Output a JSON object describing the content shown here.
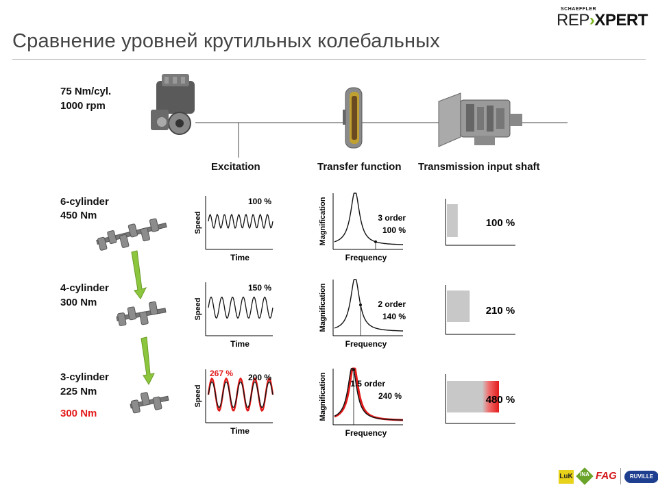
{
  "header": {
    "title": "Сравнение уровней крутильных колебальных",
    "brand_small": "SCHAEFFLER",
    "brand_rep": "REP",
    "brand_xpert": "XPERT"
  },
  "engine_info": {
    "line1": "75 Nm/cyl.",
    "line2": "1000 rpm"
  },
  "columns": {
    "excitation": "Excitation",
    "transfer": "Transfer function",
    "transmission": "Transmission input shaft"
  },
  "rows": [
    {
      "cyl": "6-cylinder",
      "torque": "450 Nm",
      "torque_alt": "",
      "excitation": {
        "xlabel": "Time",
        "ylabel": "Speed",
        "pct": "100 %",
        "pct_alt": "",
        "cycles": 9,
        "amp": 0.45
      },
      "transfer": {
        "xlabel": "Frequency",
        "ylabel": "Magnification",
        "order": "3 order",
        "pct": "100 %"
      },
      "transmission": {
        "value": 100,
        "label": "100 %"
      }
    },
    {
      "cyl": "4-cylinder",
      "torque": "300 Nm",
      "torque_alt": "",
      "excitation": {
        "xlabel": "Time",
        "ylabel": "Speed",
        "pct": "150 %",
        "pct_alt": "",
        "cycles": 6,
        "amp": 0.7
      },
      "transfer": {
        "xlabel": "Frequency",
        "ylabel": "Magnification",
        "order": "2 order",
        "pct": "140 %"
      },
      "transmission": {
        "value": 210,
        "label": "210 %"
      }
    },
    {
      "cyl": "3-cylinder",
      "torque": "225 Nm",
      "torque_alt": "300 Nm",
      "excitation": {
        "xlabel": "Time",
        "ylabel": "Speed",
        "pct": "200 %",
        "pct_alt": "267 %",
        "cycles": 4.5,
        "amp": 0.85
      },
      "transfer": {
        "xlabel": "Frequency",
        "ylabel": "Magnification",
        "order": "1.5 order",
        "pct": "240 %"
      },
      "transmission": {
        "value": 480,
        "label": "480 %"
      }
    }
  ],
  "footer": {
    "luk": "LuK",
    "ina": "INA",
    "fag": "FAG",
    "ruville": "RUVILLE"
  },
  "colors": {
    "accent_green": "#7ab51d",
    "highlight_red": "#e31a1a",
    "bar_gray": "#c8c8c8"
  }
}
